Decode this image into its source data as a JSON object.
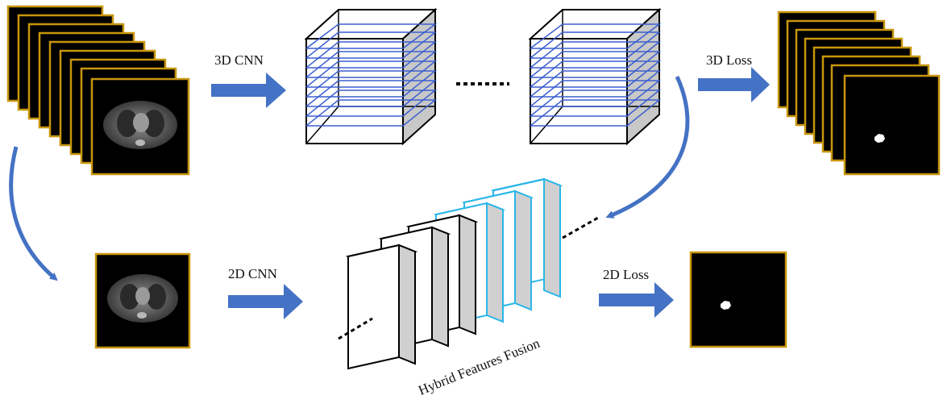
{
  "labels": {
    "cnn3d": "3D CNN",
    "cnn2d": "2D CNN",
    "loss3d": "3D Loss",
    "loss2d": "2D Loss",
    "fusion": "Hybrid Features Fusion"
  },
  "colors": {
    "arrow": "#4472c4",
    "slice_border": "#c8960c",
    "fusion_highlight": "#29b6e8",
    "cube_lines": "#3b5fd0"
  },
  "icons": {
    "ct_slice": "ct-chest-slice-icon",
    "mask": "segmentation-mask-icon"
  }
}
